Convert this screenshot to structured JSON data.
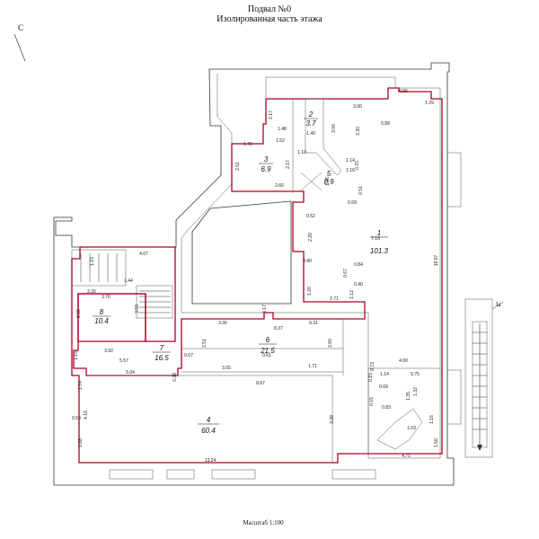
{
  "header": {
    "title": "Подвал №0",
    "subtitle": "Изолированная часть этажа"
  },
  "compass": {
    "label": "С"
  },
  "section_mark": {
    "label": "Iа"
  },
  "scale": {
    "label": "Масштаб 1:100"
  },
  "rooms": [
    {
      "num": "1",
      "area": "101.3"
    },
    {
      "num": "2",
      "area": "3.7"
    },
    {
      "num": "3",
      "area": "6.9"
    },
    {
      "num": "5",
      "area": "0.9"
    },
    {
      "num": "6",
      "area": "21.5"
    },
    {
      "num": "7",
      "area": "16.5"
    },
    {
      "num": "8",
      "area": "10.4"
    },
    {
      "num": "4",
      "area": "60.4"
    }
  ],
  "dimensions": [
    "0.96",
    "1.29",
    "3.00",
    "5.89",
    "2.17",
    "1.48",
    "1.40",
    "3.00",
    "3.30",
    "1.52",
    "1.72",
    "2.51",
    "2.17",
    "1.10",
    "1.14",
    "1.16",
    "0.15",
    "1.36",
    "2.66",
    "0.51",
    "0.69",
    "0.52",
    "2.29",
    "7.16",
    "18.97",
    "4.07",
    "1.15",
    "0.40",
    "0.67",
    "0.84",
    "1.26",
    "1.12",
    "0.40",
    "2.71",
    "2.26",
    "1.44",
    "3.70",
    "2.59",
    "3.59",
    "0.17",
    "3.95",
    "8.37",
    "0.31",
    "2.51",
    "2.60",
    "3.92",
    "1.15",
    "5.57",
    "0.67",
    "3.55",
    "0.61",
    "1.71",
    "5.04",
    "0.28",
    "8.67",
    "9.73",
    "4.00",
    "1.14",
    "0.15",
    "1.32",
    "0.69",
    "0.83",
    "0.15",
    "1.35",
    "1.03",
    "1.74",
    "4.16",
    "0.53",
    "3.38",
    "1.16",
    "1.50",
    "1.08",
    "13.24",
    "4.71",
    "0.75"
  ]
}
